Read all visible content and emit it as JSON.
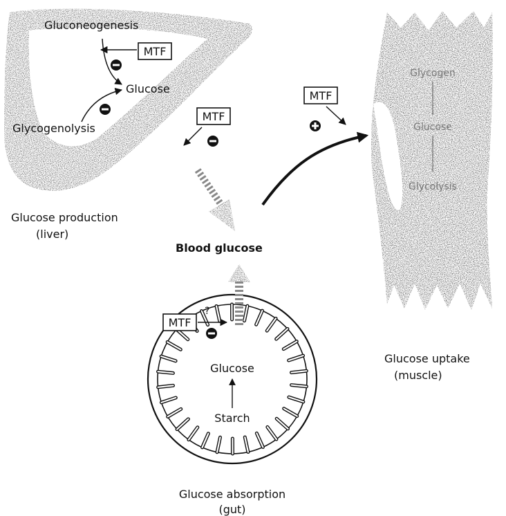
{
  "liver": {
    "gluconeogenesis": "Gluconeogenesis",
    "glucose": "Glucose",
    "glycogenolysis": "Glycogenolysis",
    "mtf_top": "MTF",
    "caption_line1": "Glucose production",
    "caption_line2": "(liver)"
  },
  "blood": {
    "label": "Blood glucose",
    "mtf": "MTF"
  },
  "muscle": {
    "mtf": "MTF",
    "glycogen": "Glycogen",
    "glucose": "Glucose",
    "glycolysis": "Glycolysis",
    "caption_line1": "Glucose uptake",
    "caption_line2": "(muscle)"
  },
  "gut": {
    "mtf": "MTF",
    "question": "?",
    "glucose": "Glucose",
    "starch": "Starch",
    "caption_line1": "Glucose absorption",
    "caption_line2": "(gut)"
  },
  "symbols": {
    "minus": "−",
    "plus": "+"
  }
}
